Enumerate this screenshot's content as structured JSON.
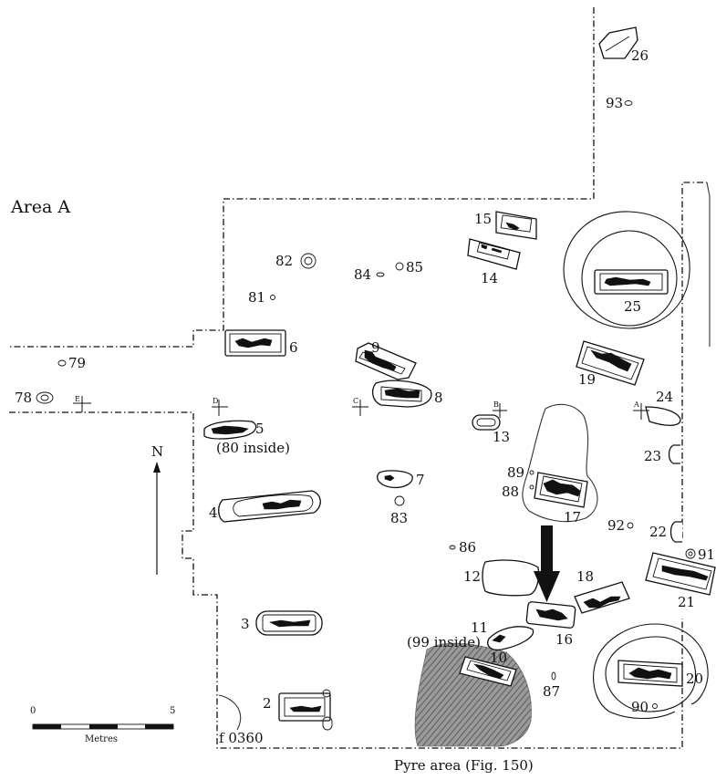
{
  "area_title": "Area A",
  "north": "N",
  "pyre_caption": "Pyre area (Fig. 150)",
  "section_markers": [
    "E",
    "D",
    "C",
    "B",
    "A"
  ],
  "graves": {
    "g2": "2",
    "g3": "3",
    "g4": "4",
    "g5": "5",
    "g6": "6",
    "g7": "7",
    "g8": "8",
    "g9": "9",
    "g10": "10",
    "g11": "11",
    "g12": "12",
    "g13": "13",
    "g14": "14",
    "g15": "15",
    "g16": "16",
    "g17": "17",
    "g18": "18",
    "g19": "19",
    "g20": "20",
    "g21": "21",
    "g22": "22",
    "g23": "23",
    "g24": "24",
    "g25": "25",
    "g26": "26"
  },
  "features": {
    "f78": "78",
    "f79": "79",
    "f81": "81",
    "f82": "82",
    "f83": "83",
    "f84": "84",
    "f85": "85",
    "f86": "86",
    "f87": "87",
    "f88": "88",
    "f89": "89",
    "f90": "90",
    "f91": "91",
    "f92": "92",
    "f93": "93"
  },
  "notes": {
    "inside80": "(80 inside)",
    "inside99": "(99 inside)",
    "f0360": "f 0360"
  },
  "scale_bar": {
    "start": "0",
    "end": "5",
    "unit": "Metres"
  }
}
